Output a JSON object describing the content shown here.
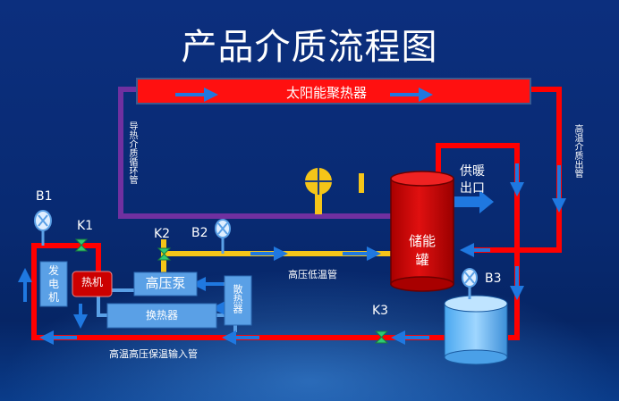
{
  "title": "产品介质流程图",
  "components": {
    "solar_collector": "太阳能聚热器",
    "storage_tank": "储能罐",
    "generator": "发电机",
    "heat_engine": "热机",
    "hp_pump": "高压泵",
    "heat_exchanger": "换热器",
    "radiator": "散热器",
    "supply_outlet": "供暖出口"
  },
  "pipes": {
    "return_pipe": "导热介质循环管",
    "hot_outlet_pipe": "高温介质出管",
    "hp_low_temp_pipe": "高压低温管",
    "hp_insulated_input": "高温高压保温输入管"
  },
  "valves": [
    "K1",
    "K2",
    "K3"
  ],
  "gauges": [
    "B1",
    "B2",
    "B3"
  ],
  "colors": {
    "hot": "#ff0000",
    "return": "#7030a0",
    "low_temp": "#f5c518",
    "arrow": "#1f78e0",
    "component": "#5aa0e6",
    "tank": "#cc0000"
  }
}
